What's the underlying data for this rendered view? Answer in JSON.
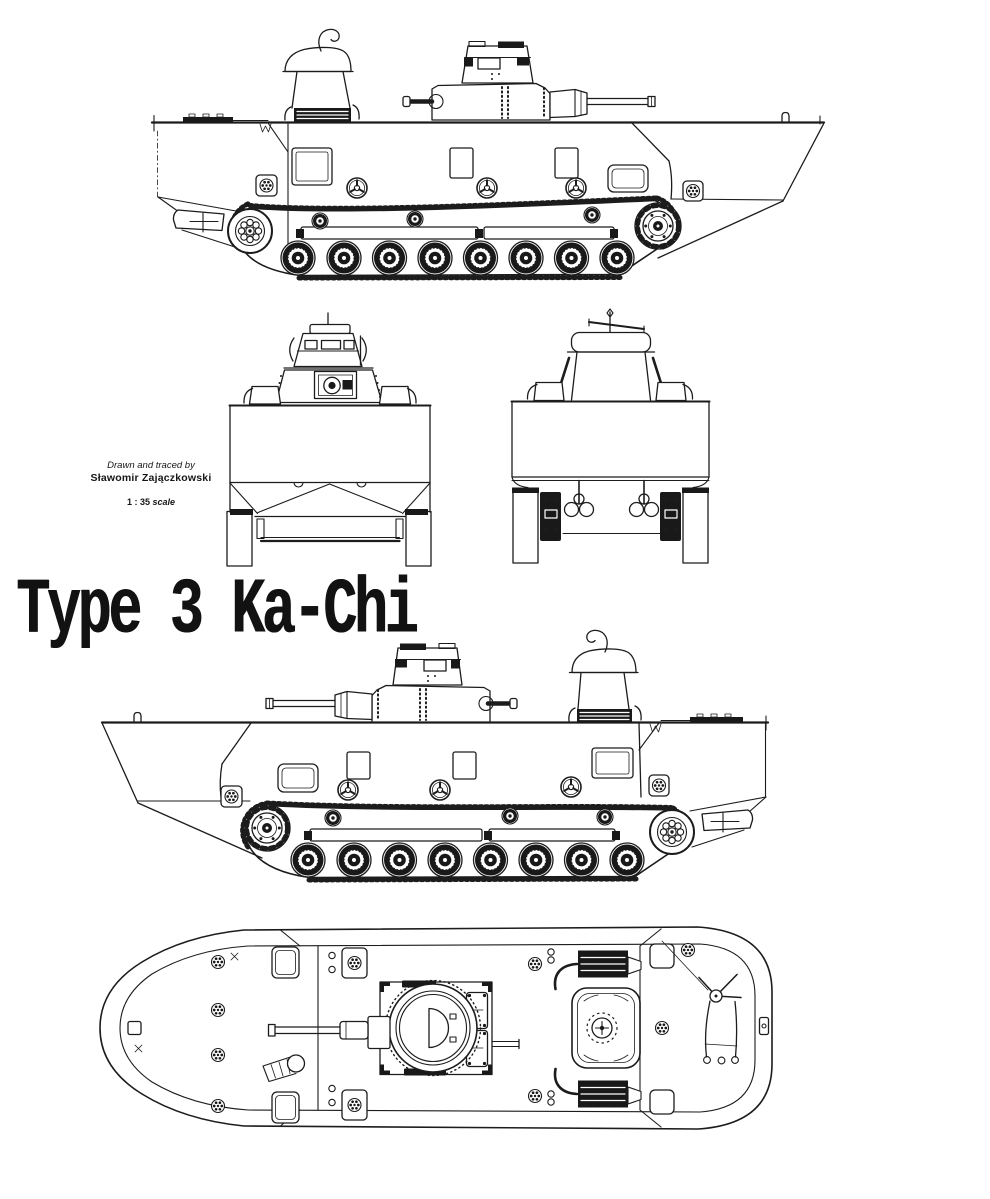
{
  "page": {
    "paper_color": "#ffffff",
    "ink_color": "#1c1c1c"
  },
  "title": {
    "text": "Type 3 Ka-Chi"
  },
  "credit": {
    "line1": "Drawn and traced by",
    "line2": "Sławomir Zajączkowski",
    "scale_number": "1 : 35",
    "scale_word": "scale"
  }
}
